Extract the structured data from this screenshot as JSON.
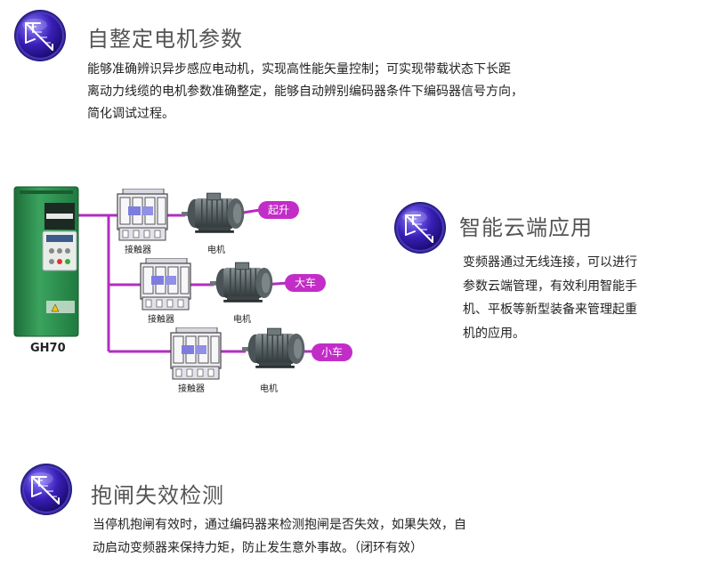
{
  "sections": [
    {
      "title": "自整定电机参数",
      "lines": [
        "能够准确辨识异步感应电动机，实现高性能矢量控制；可实现带载状态下长距",
        "离动力线缆的电机参数准确整定，能够自动辨别编码器条件下编码器信号方向，",
        "简化调试过程。"
      ]
    },
    {
      "title": "智能云端应用",
      "lines": [
        "变频器通过无线连接，可以进行",
        "参数云端管理，有效利用智能手",
        "机、平板等新型装备来管理起重",
        "机的应用。"
      ]
    },
    {
      "title": "抱闸失效检测",
      "lines": [
        "当停机抱闸有效时，通过编码器来检测抱闸是否失效，如果失效，自",
        "动启动变频器来保持力矩，防止发生意外事故。（闭环有效）"
      ]
    }
  ],
  "diagram": {
    "model": "GH70",
    "contactor_label": "接触器",
    "motor_label": "电机",
    "branches": [
      "起升",
      "大车",
      "小车"
    ]
  },
  "colors": {
    "accent": "#c22dc8",
    "badge": "#3a1fb8",
    "drive_green": "#2e8c4c"
  },
  "icons": [
    "crane-icon"
  ]
}
